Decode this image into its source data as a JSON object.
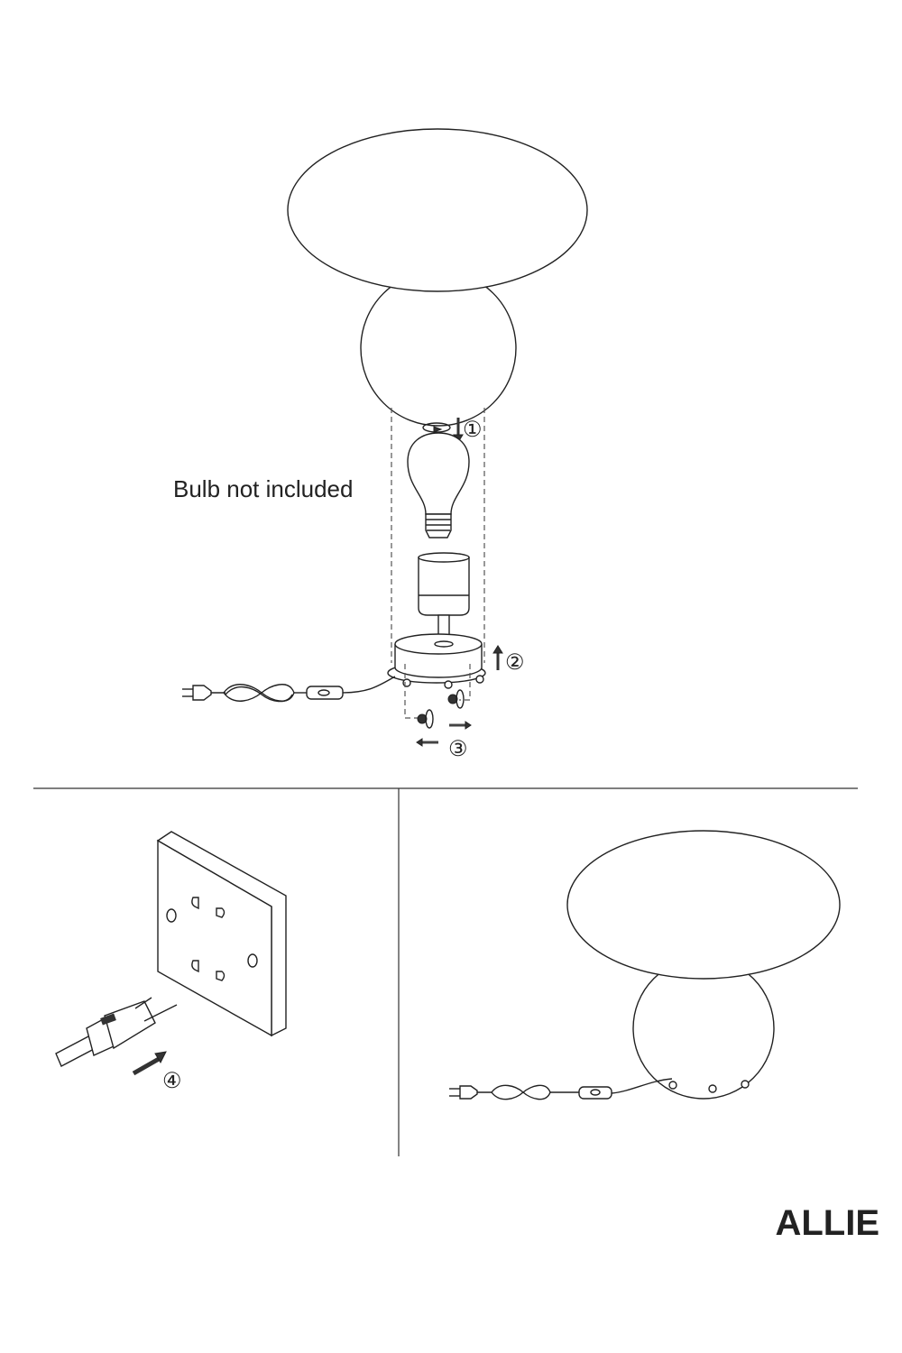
{
  "note": "Bulb not included",
  "steps": [
    "①",
    "②",
    "③",
    "④"
  ],
  "product_name": "ALLIE",
  "colors": {
    "ink": "#222222",
    "background": "#ffffff"
  }
}
